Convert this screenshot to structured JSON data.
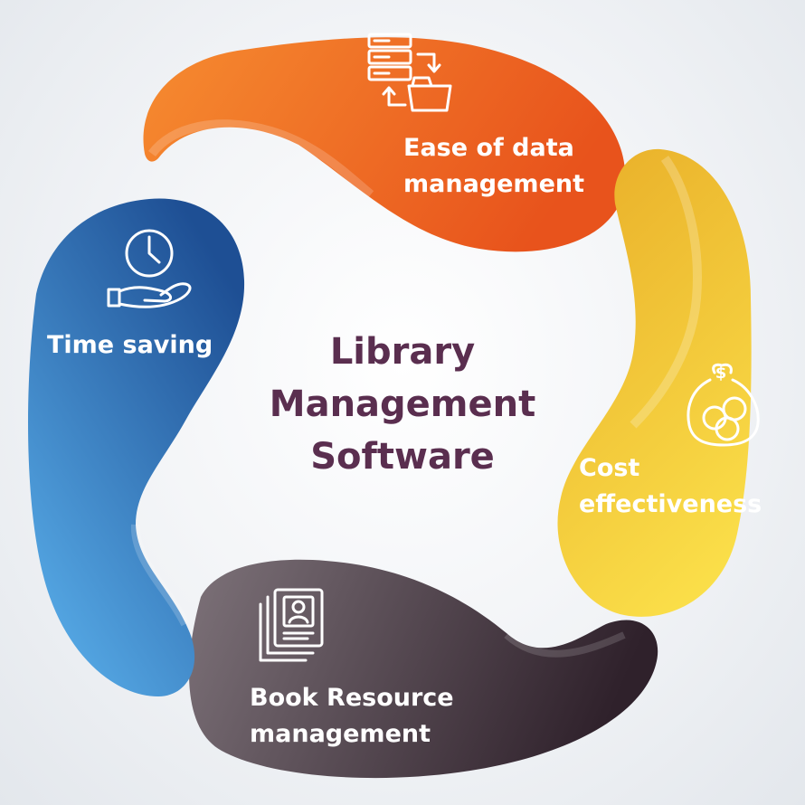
{
  "center": {
    "lines": [
      "Library",
      "Management",
      "Software"
    ]
  },
  "segments": [
    {
      "id": "data",
      "lines": [
        "Ease of data",
        "management"
      ],
      "icon": "server-folder-icon",
      "color_light": "#f4892f",
      "color_dark": "#e8531c"
    },
    {
      "id": "cost",
      "lines": [
        "Cost",
        "effectiveness"
      ],
      "icon": "money-bag-icon",
      "color_light": "#f8de4a",
      "color_dark": "#e9b12c"
    },
    {
      "id": "book",
      "lines": [
        "Book Resource",
        "management"
      ],
      "icon": "profile-document-icon",
      "color_light": "#7a6e75",
      "color_dark": "#33242e"
    },
    {
      "id": "time",
      "lines": [
        "Time saving"
      ],
      "icon": "clock-hand-icon",
      "color_light": "#59b1ee",
      "color_dark": "#1f5399"
    }
  ],
  "colors": {
    "title": "#5a2e4f",
    "label": "#ffffff"
  }
}
